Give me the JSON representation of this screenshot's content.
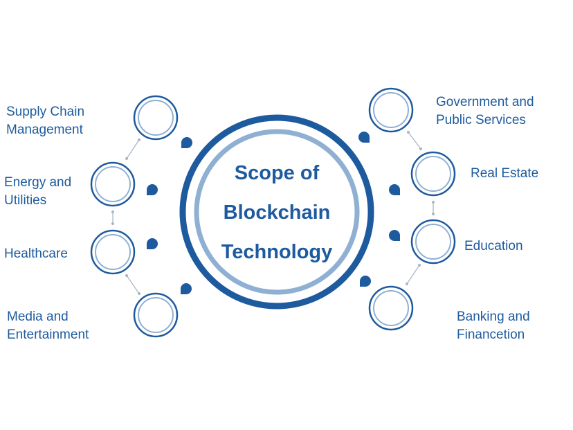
{
  "center": {
    "lines": [
      "Scope of",
      "Blockchain",
      "Technology"
    ]
  },
  "colors": {
    "primary": "#1d5a9e",
    "ring_light": "#8fb0d3",
    "connector": "#aab8c6"
  },
  "left": [
    {
      "lines": [
        "Supply Chain",
        "Management"
      ],
      "icon": "blank-circle-icon"
    },
    {
      "lines": [
        "Energy and",
        "Utilities"
      ],
      "icon": "blank-circle-icon"
    },
    {
      "lines": [
        "Healthcare"
      ],
      "icon": "blank-circle-icon"
    },
    {
      "lines": [
        "Media and",
        "Entertainment"
      ],
      "icon": "blank-circle-icon"
    }
  ],
  "right": [
    {
      "lines": [
        "Government and",
        "Public Services"
      ],
      "icon": "blank-circle-icon"
    },
    {
      "lines": [
        "Real Estate"
      ],
      "icon": "blank-circle-icon"
    },
    {
      "lines": [
        "Education"
      ],
      "icon": "blank-circle-icon"
    },
    {
      "lines": [
        "Banking and",
        "Financetion"
      ],
      "icon": "blank-circle-icon"
    }
  ]
}
